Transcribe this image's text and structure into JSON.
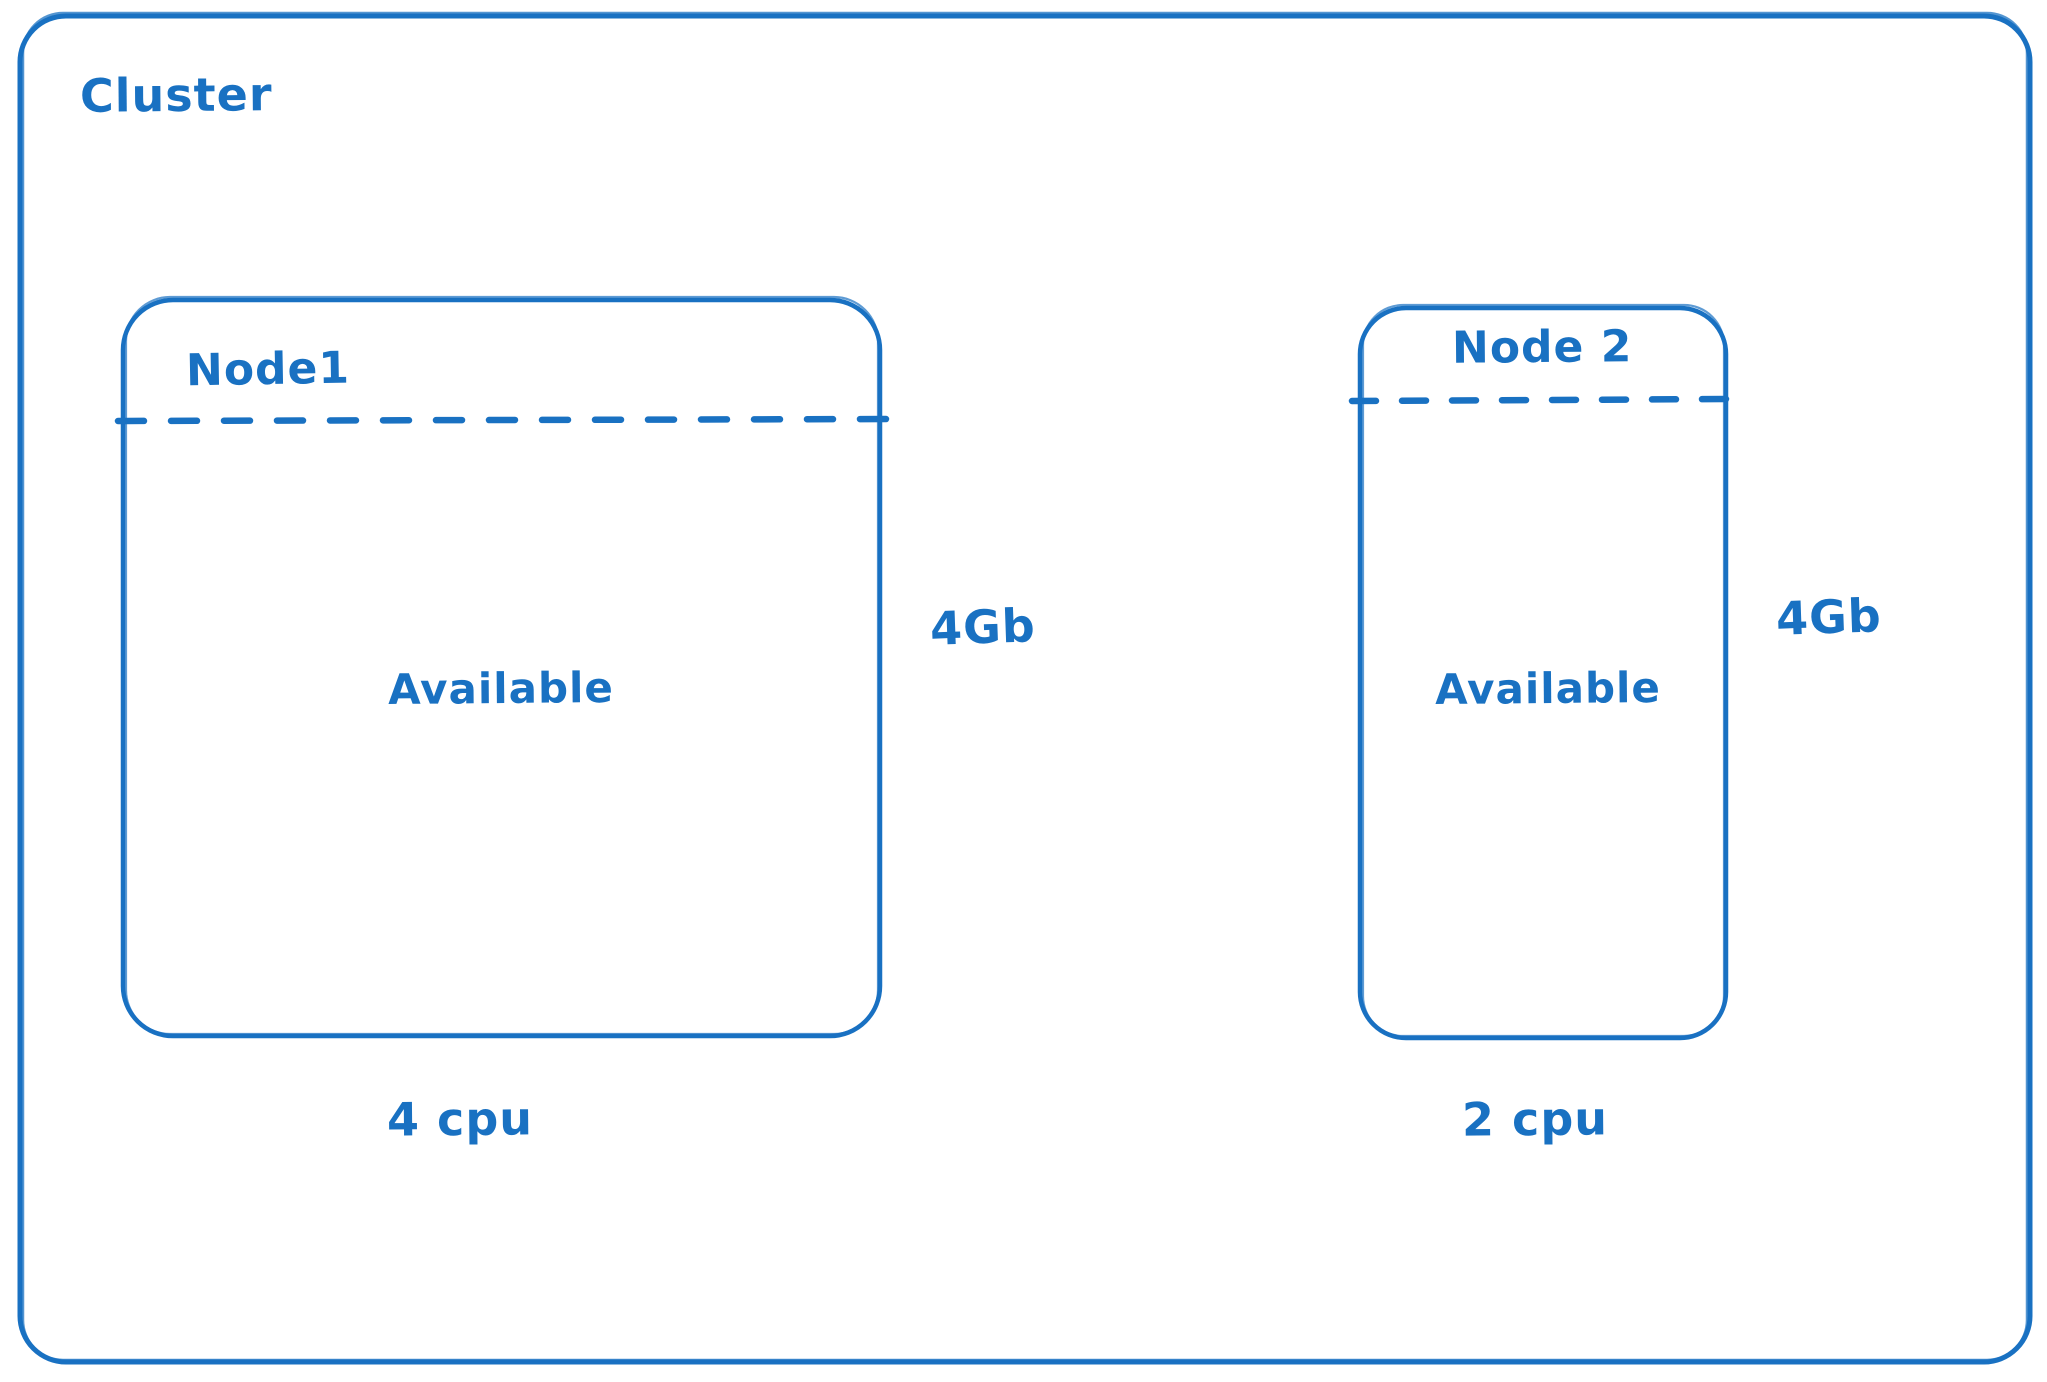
{
  "diagram": {
    "title": "Cluster",
    "accent_color": "#1971c2",
    "background_color": "#ffffff",
    "style": "hand-drawn sketch, blue marker strokes on white",
    "nodes": [
      {
        "name": "Node1",
        "status": "Available",
        "memory": "4Gb",
        "cpu": "4 cpu"
      },
      {
        "name": "Node 2",
        "status": "Available",
        "memory": "4Gb",
        "cpu": "2 cpu"
      }
    ]
  }
}
